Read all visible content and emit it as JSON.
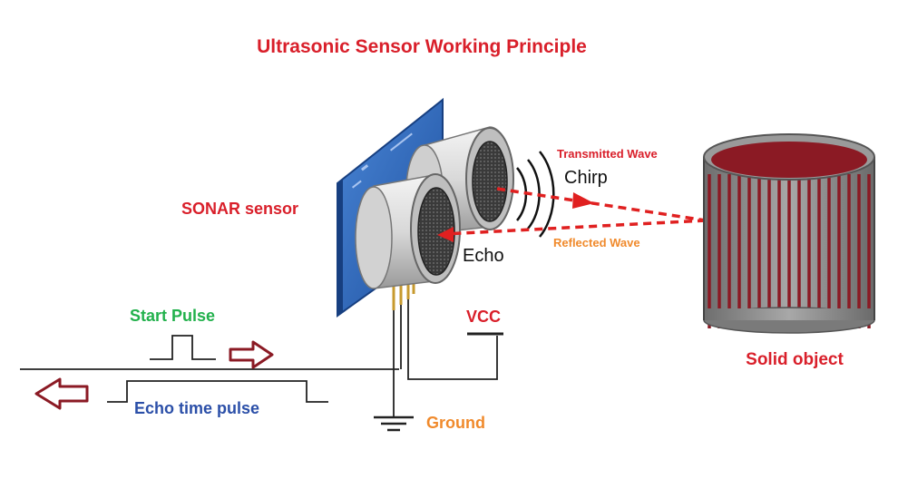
{
  "title": "Ultrasonic Sensor Working Principle",
  "labels": {
    "sonar_sensor": "SONAR sensor",
    "transmitted_wave": "Transmitted Wave",
    "chirp": "Chirp",
    "echo": "Echo",
    "reflected_wave": "Reflected Wave",
    "solid_object": "Solid object",
    "start_pulse": "Start Pulse",
    "echo_time_pulse": "Echo time pulse",
    "vcc": "VCC",
    "ground": "Ground"
  },
  "colors": {
    "title": "#d91f2a",
    "red_label": "#d91f2a",
    "green_label": "#22b14c",
    "blue_label": "#2b4fa8",
    "orange_label": "#f08a2c",
    "wave_red": "#e02020",
    "board_blue": "#2a62b8",
    "cylinder_grey": "#8c8c8c",
    "cylinder_stripe": "#8b1a24",
    "arrow_outline": "#8b1a24"
  }
}
